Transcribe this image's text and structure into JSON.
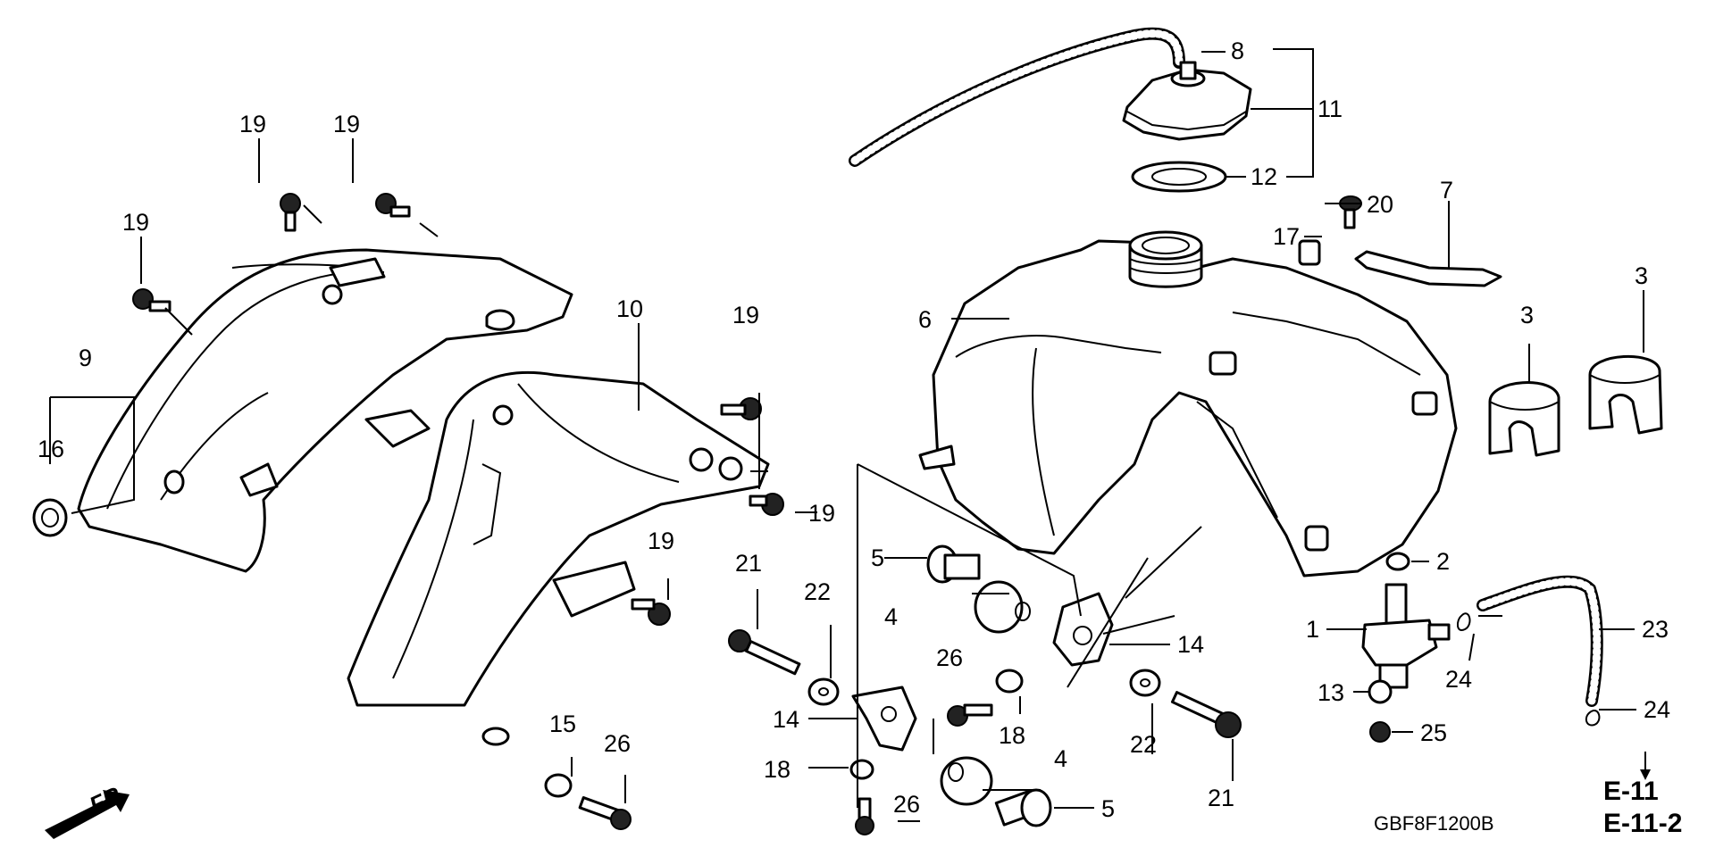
{
  "diagram": {
    "title_code": "GBF8F1200B",
    "direction_label": "FR.",
    "references": [
      "E-11",
      "E-11-2"
    ],
    "labels": {
      "p1": "1",
      "p2": "2",
      "p3a": "3",
      "p3b": "3",
      "p4a": "4",
      "p4b": "4",
      "p5a": "5",
      "p5b": "5",
      "p6": "6",
      "p7": "7",
      "p8": "8",
      "p9": "9",
      "p10": "10",
      "p11": "11",
      "p12": "12",
      "p13": "13",
      "p14a": "14",
      "p14b": "14",
      "p15": "15",
      "p16": "16",
      "p17": "17",
      "p18a": "18",
      "p18b": "18",
      "p19a": "19",
      "p19b": "19",
      "p19c": "19",
      "p19d": "19",
      "p19e": "19",
      "p19f": "19",
      "p20": "20",
      "p21a": "21",
      "p21b": "21",
      "p22a": "22",
      "p22b": "22",
      "p23": "23",
      "p24a": "24",
      "p24b": "24",
      "p25": "25",
      "p26a": "26",
      "p26b": "26",
      "p26c": "26"
    }
  }
}
